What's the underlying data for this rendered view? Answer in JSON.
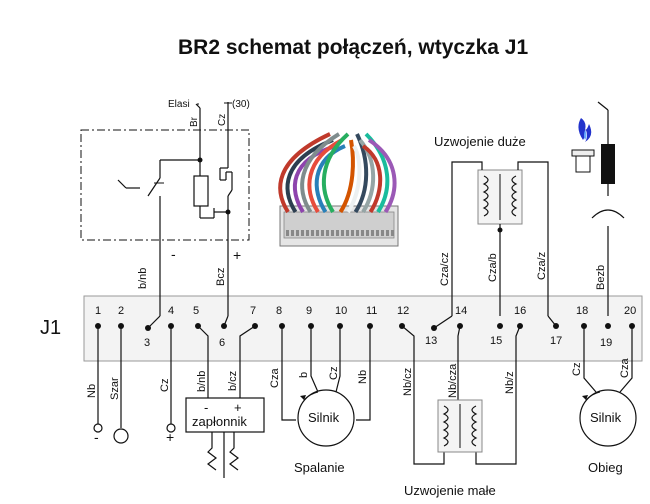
{
  "title": "BR2 schemat połączeń, wtyczka J1",
  "connector_name": "J1",
  "relay": {
    "elasi_label": "Elasi",
    "plus30_label": "(30)",
    "wire_br": "Br",
    "wire_cz": "Cz",
    "minus": "-",
    "plus": "+"
  },
  "pins_top": [
    "1",
    "2",
    "4",
    "5",
    "7",
    "8",
    "9",
    "10",
    "11",
    "12",
    "14",
    "16",
    "18",
    "20"
  ],
  "pins_bottom": [
    "3",
    "6",
    "13",
    "15",
    "17",
    "19"
  ],
  "wires_top": {
    "p3": "b/nb",
    "p6": "Bcz",
    "p13": "Cza/cz",
    "p15": "Cza/b",
    "p17": "Cza/z",
    "p19": "Bezb"
  },
  "wires_bottom": {
    "p1": "Nb",
    "p2": "Szar",
    "p4": "Cz",
    "p5": "b/nb",
    "p7": "b/cz",
    "p8": "Cza",
    "p9": "b",
    "p10": "Cz",
    "p11": "Nb",
    "p12": "Nb/cz",
    "p14": "Nb/cza",
    "p16": "Nb/z",
    "p18": "Cz",
    "p20": "Cza"
  },
  "symbols": {
    "minus": "-",
    "plus": "+",
    "igniter_minus": "-",
    "igniter_plus": "+"
  },
  "components": {
    "igniter": "zapłonnik",
    "motor_label": "Silnik",
    "combustion": "Spalanie",
    "circulation": "Obieg",
    "big_winding": "Uzwojenie duże",
    "small_winding": "Uzwojenie małe"
  }
}
